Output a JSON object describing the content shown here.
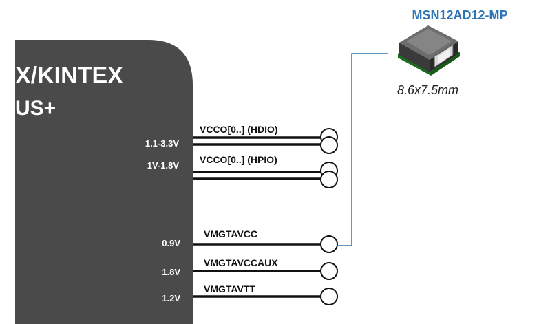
{
  "fpga": {
    "title_line1": "X/KINTEX",
    "title_line2": "US+",
    "body_color": "#4a4a4a"
  },
  "rails": [
    {
      "id": "hdio",
      "voltage": "1.1-3.3V",
      "signal": "VCCO[0..] (HDIO)"
    },
    {
      "id": "hpio",
      "voltage": "1V-1.8V",
      "signal": "VCCO[0..] (HPIO)"
    },
    {
      "id": "avcc",
      "voltage": "0.9V",
      "signal": "VMGTAVCC"
    },
    {
      "id": "avccaux",
      "voltage": "1.8V",
      "signal": "VMGTAVCCAUX"
    },
    {
      "id": "avtt",
      "voltage": "1.2V",
      "signal": "VMGTAVTT"
    }
  ],
  "module": {
    "part_number": "MSN12AD12-MP",
    "dimensions": "8.6x7.5mm",
    "part_color": "#2e75b6",
    "connector_color": "#2e75b6"
  }
}
